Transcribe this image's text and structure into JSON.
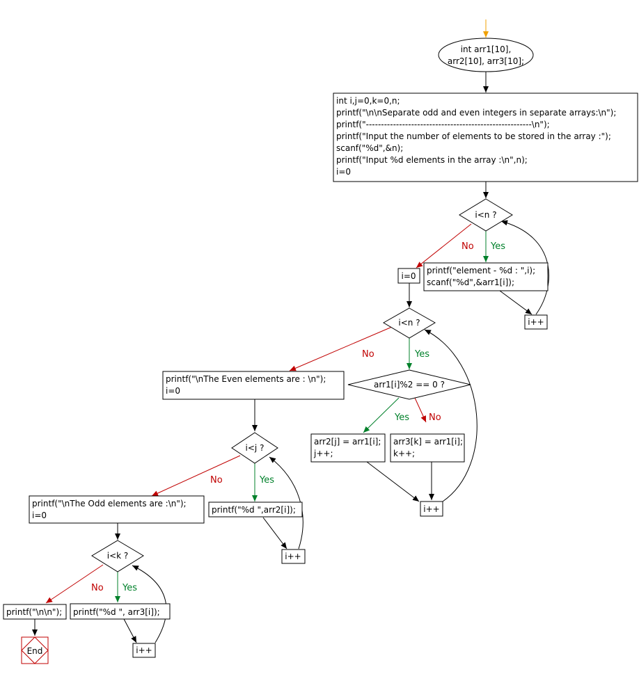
{
  "colors": {
    "start": "#f0a000",
    "yes": "#00802a",
    "no": "#c00000",
    "end": "#c00000",
    "line": "#000000"
  },
  "start": {
    "lines": [
      "int arr1[10],",
      "arr2[10], arr3[10];"
    ]
  },
  "init": {
    "lines": [
      "int i,j=0,k=0,n;",
      "printf(\"\\n\\nSeparate odd and even integers in separate arrays:\\n\");",
      "printf(\"-------------------------------------------------------\\n\");",
      "printf(\"Input the number of elements to be stored in the array :\");",
      "scanf(\"%d\",&n);",
      "printf(\"Input %d elements in the array :\\n\",n);",
      "i=0"
    ]
  },
  "cond1": {
    "label": "i<n ?"
  },
  "read": {
    "lines": [
      "printf(\"element - %d : \",i);",
      "scanf(\"%d\",&arr1[i]);"
    ]
  },
  "inc1": {
    "label": "i++"
  },
  "reset1": {
    "label": "i=0"
  },
  "cond2": {
    "label": "i<n ?"
  },
  "cond3": {
    "label": "arr1[i]%2 == 0 ?"
  },
  "even_assign": {
    "lines": [
      "arr2[j] = arr1[i];",
      "j++;"
    ]
  },
  "odd_assign": {
    "lines": [
      "arr3[k] = arr1[i];",
      "k++;"
    ]
  },
  "inc2": {
    "label": "i++"
  },
  "print_even_header": {
    "lines": [
      "printf(\"\\nThe Even elements are : \\n\");",
      "i=0"
    ]
  },
  "cond4": {
    "label": "i<j ?"
  },
  "print_even": {
    "label": "printf(\"%d \",arr2[i]);"
  },
  "inc3": {
    "label": "i++"
  },
  "print_odd_header": {
    "lines": [
      "printf(\"\\nThe Odd elements are :\\n\");",
      "i=0"
    ]
  },
  "cond5": {
    "label": "i<k ?"
  },
  "print_odd": {
    "label": "printf(\"%d \", arr3[i]);"
  },
  "inc4": {
    "label": "i++"
  },
  "newline": {
    "label": "printf(\"\\n\\n\");"
  },
  "end": {
    "label": "End"
  },
  "branch": {
    "yes": "Yes",
    "no": "No"
  }
}
